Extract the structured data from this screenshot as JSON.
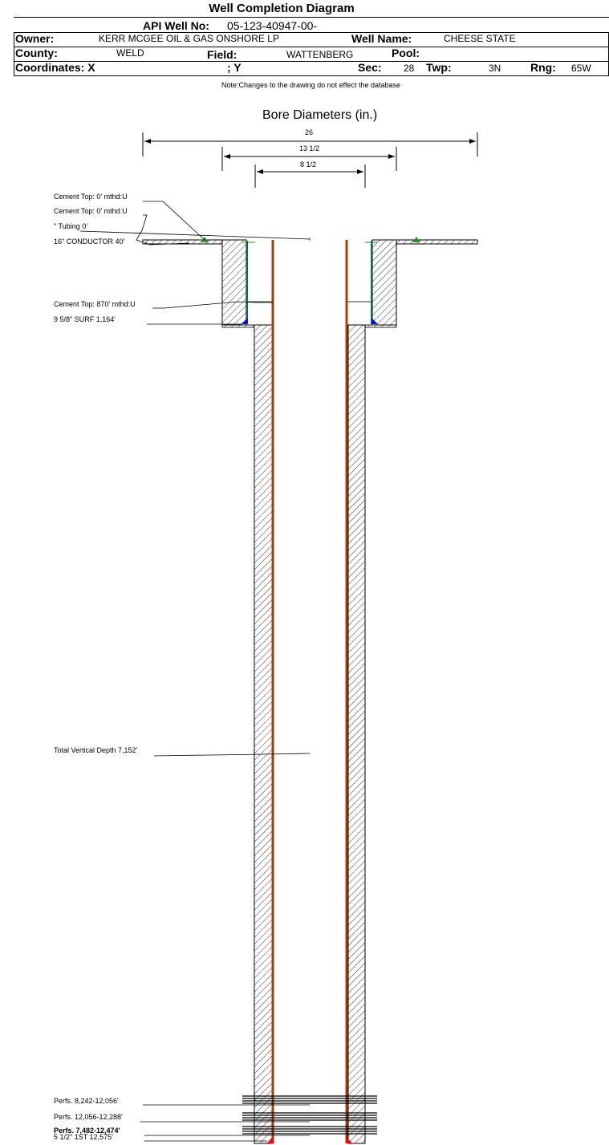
{
  "title": "Well Completion Diagram",
  "header": {
    "api_label": "API Well No:",
    "api_value": "05-123-40947-00-",
    "owner_label": "Owner:",
    "owner_value": "KERR MCGEE OIL & GAS ONSHORE LP",
    "well_name_label": "Well Name:",
    "well_name_value": "CHEESE STATE",
    "county_label": "County:",
    "county_value": "WELD",
    "field_label": "Field:",
    "field_value": "WATTENBERG",
    "pool_label": "Pool:",
    "pool_value": "",
    "coord_label": "Coordinates: X",
    "coord_y_label": "; Y",
    "sec_label": "Sec:",
    "sec_value": "28",
    "twp_label": "Twp:",
    "twp_value": "3N",
    "rng_label": "Rng:",
    "rng_value": "65W"
  },
  "note": "Note:Changes to the drawing do not effect the database",
  "bore": {
    "title": "Bore Diameters (in.)",
    "diameters": [
      "26",
      "13 1/2",
      "8 1/2"
    ]
  },
  "labels": {
    "cement_top_1": "Cement Top: 0' mthd:U",
    "cement_top_2": "Cement Top: 0' mthd:U",
    "tubing": "\" Tubing 0'",
    "conductor": "16\" CONDUCTOR  40'",
    "cement_top_3": "Cement Top: 870' mthd:U",
    "surface": "9 5/8\" SURF       1,164'",
    "tvd": "Total Vertical Depth 7,152'",
    "perfs_1": "Perfs. 8,242-12,056'",
    "perfs_2": "Perfs. 12,056-12,288'",
    "perfs_3": "Perfs. 7,482-12,474'",
    "production": "5 1/2\" 1ST       12,575'"
  },
  "colors": {
    "tubing": "#a0400b",
    "casing": "#0b6b55",
    "cement_green": "#2e8b2e",
    "shoe_blue": "#1010d0",
    "shoe_red": "#e01010"
  }
}
